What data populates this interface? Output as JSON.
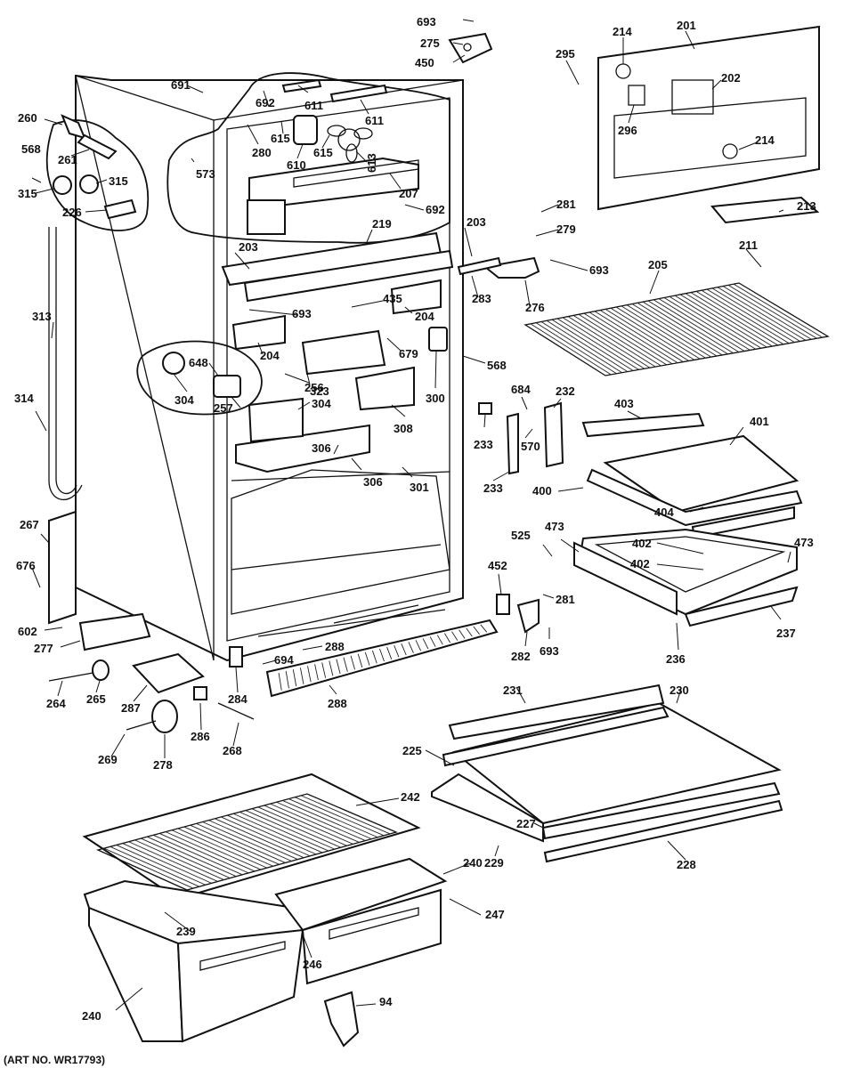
{
  "footer": {
    "art_no": "(ART NO. WR17793)"
  },
  "callouts": [
    "693",
    "275",
    "450",
    "201",
    "214",
    "295",
    "202",
    "296",
    "214",
    "213",
    "211",
    "691",
    "692",
    "611",
    "611",
    "260",
    "615",
    "610",
    "615",
    "613",
    "261",
    "280",
    "573",
    "568",
    "315",
    "315",
    "226",
    "207",
    "692",
    "203",
    "219",
    "203",
    "281",
    "279",
    "693",
    "283",
    "276",
    "205",
    "313",
    "693",
    "435",
    "204",
    "204",
    "648",
    "679",
    "256",
    "568",
    "304",
    "323",
    "300",
    "257",
    "304",
    "308",
    "314",
    "684",
    "232",
    "403",
    "401",
    "233",
    "570",
    "233",
    "306",
    "306",
    "301",
    "400",
    "404",
    "267",
    "525",
    "473",
    "402",
    "402",
    "473",
    "452",
    "281",
    "676",
    "237",
    "602",
    "277",
    "282",
    "693",
    "236",
    "288",
    "694",
    "264",
    "265",
    "287",
    "284",
    "288",
    "231",
    "230",
    "286",
    "269",
    "278",
    "268",
    "225",
    "242",
    "227",
    "229",
    "228",
    "240",
    "247",
    "239",
    "246",
    "240",
    "94"
  ]
}
